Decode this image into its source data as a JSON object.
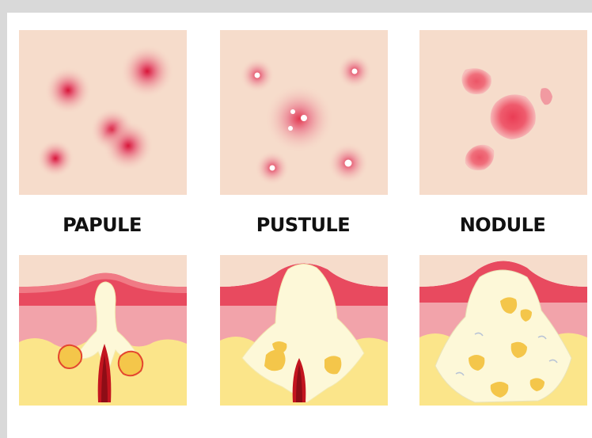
{
  "stages": [
    {
      "label": "PAPULE"
    },
    {
      "label": "PUSTULE"
    },
    {
      "label": "NODULE"
    }
  ],
  "colors": {
    "skin_surface": "#f6dccb",
    "inflammation": "#e02a49",
    "epidermis": "#e84a5f",
    "dermis_pink": "#f2a3aa",
    "fat_layer": "#fbe58a",
    "pus": "#fdf8d8",
    "follicle": "#c3151f"
  }
}
